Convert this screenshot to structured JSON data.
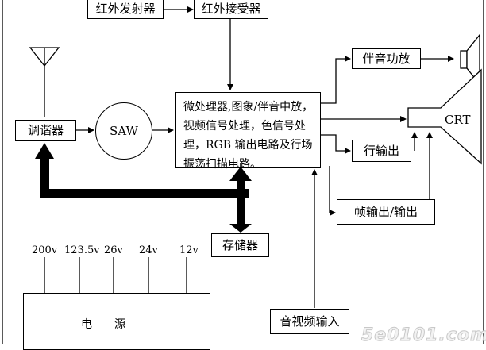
{
  "blocks": {
    "ir_tx": "红外发射器",
    "ir_rx": "红外接受器",
    "tuner": "调谐器",
    "saw": "SAW",
    "processor": "微处理器,图象/伴音中放，视频信号处理，色信号处理，RGB 输出电路及行场振荡扫描电路。",
    "audio_amp": "伴音功放",
    "crt": "CRT",
    "hout": "行输出",
    "vout": "帧输出/输出",
    "memory": "存储器",
    "av_input": "音视频输入"
  },
  "power": {
    "label": "电　　源",
    "rails": [
      "200v",
      "123.5v",
      "26v",
      "24v",
      "12v"
    ]
  },
  "watermark": "5e0101.com"
}
